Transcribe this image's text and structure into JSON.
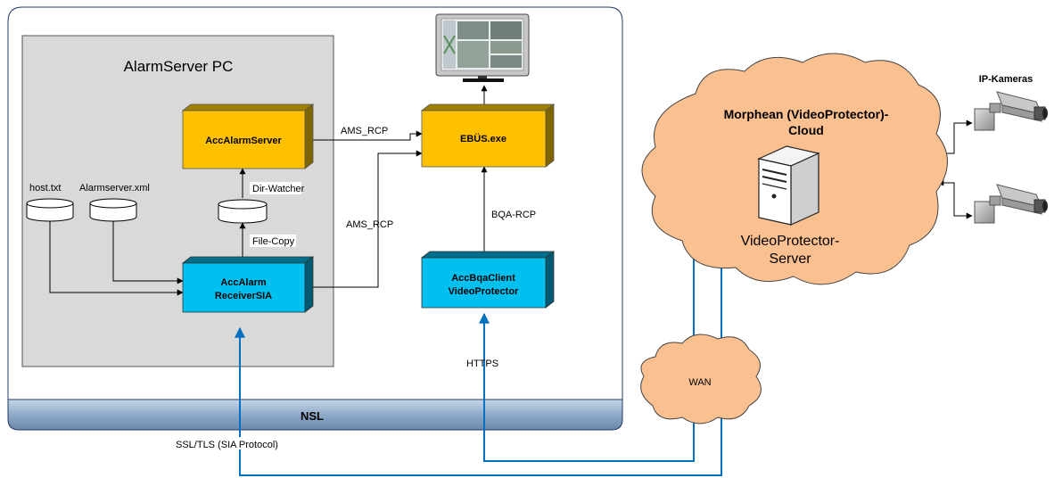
{
  "colors": {
    "orange": "#FFC000",
    "blue": "#00C0F0",
    "cloud": "#FAC090",
    "link": "#0070C0",
    "pc_bg": "#D9D9D9",
    "nsl_bar": "#8EA9C8"
  },
  "title": "AlarmServer PC",
  "nsl_label": "NSL",
  "nodes": {
    "acc_alarm_server": "AccAlarmServer",
    "ebus": "EBÜS.exe",
    "acc_alarm_receiver_line1": "AccAlarm",
    "acc_alarm_receiver_line2": "ReceiverSIA",
    "acc_bqa_client_line1": "AccBqaClient",
    "acc_bqa_client_line2": "VideoProtector"
  },
  "files": {
    "host": "host.txt",
    "alarmserver_xml": "Alarmserver.xml"
  },
  "edge_labels": {
    "ams_rcp_top": "AMS_RCP",
    "ams_rcp_mid": "AMS_RCP",
    "dir_watcher": "Dir-Watcher",
    "file_copy": "File-Copy",
    "bqa_rcp": "BQA-RCP",
    "https": "HTTPS",
    "ssl_tls": "SSL/TLS (SIA Protocol)"
  },
  "cloud": {
    "title_line1": "Morphean (VideoProtector)-",
    "title_line2": "Cloud",
    "server_line1": "VideoProtector-",
    "server_line2": "Server"
  },
  "wan_label": "WAN",
  "cameras_label": "IP-Kameras",
  "icons": [
    "monitor-icon",
    "server-icon",
    "ip-camera-icon",
    "database-cylinder-icon"
  ]
}
